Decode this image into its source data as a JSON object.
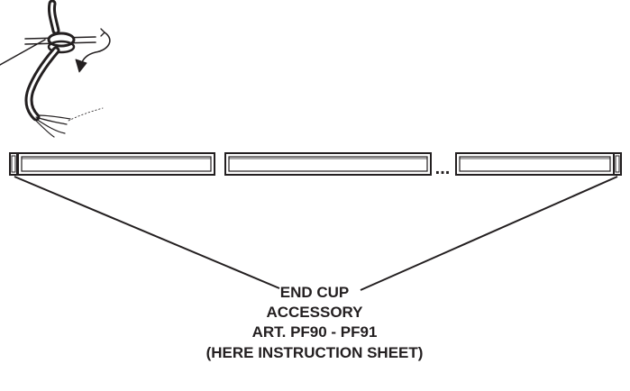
{
  "labels": {
    "line1": "END CUP",
    "line2": "ACCESSORY",
    "line3": "ART. PF90 - PF91",
    "line4": "(HERE INSTRUCTION SHEET)"
  },
  "ellipsis": "...",
  "colors": {
    "ink": "#231f20",
    "strip_fill": "#e6e6e6",
    "background": "#ffffff"
  }
}
